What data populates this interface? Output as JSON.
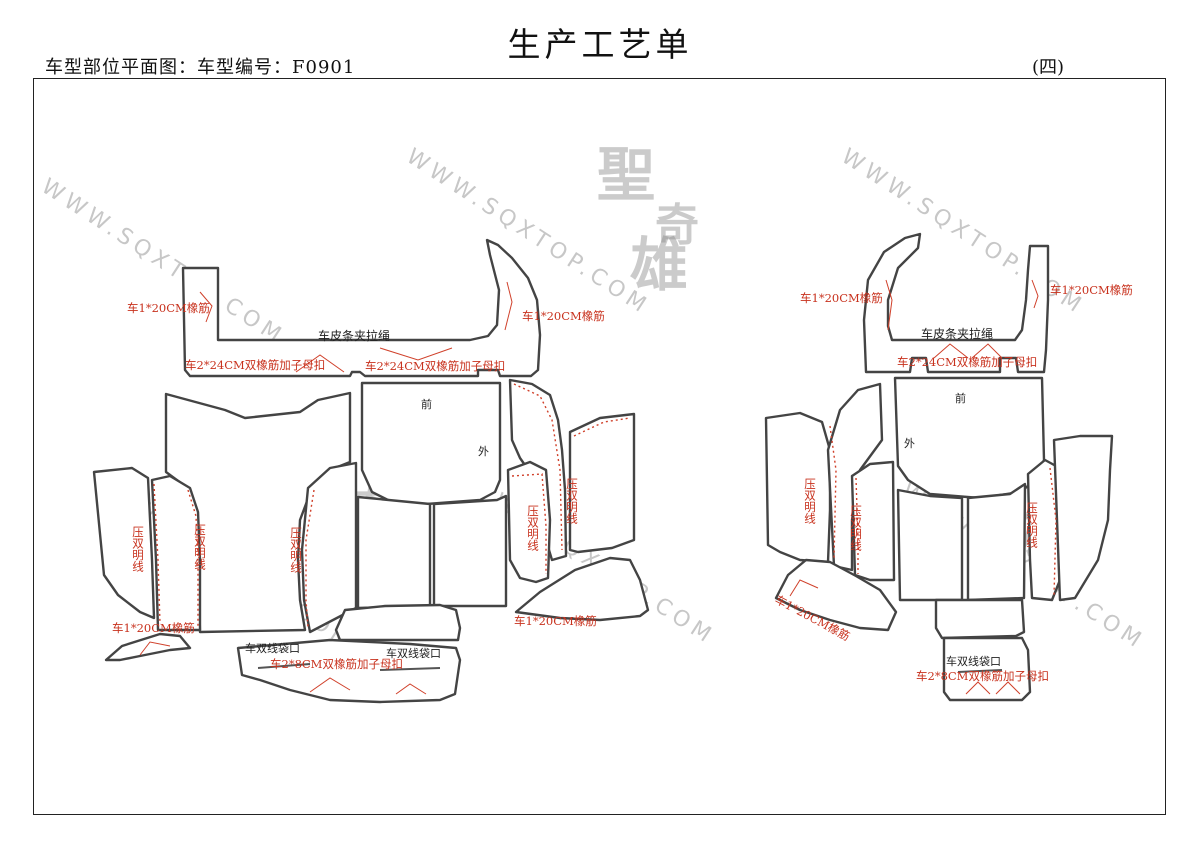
{
  "header": {
    "title": "生产工艺单",
    "subtitle": "车型部位平面图：车型编号：F0901",
    "page_number": "(四)"
  },
  "watermark": {
    "url": "WWW.SQXTOP.COM",
    "brand_line1": "聖",
    "brand_line2": "奇",
    "brand_line3": "雄"
  },
  "left_diagram": {
    "labels": {
      "elastic_1x20_left": "车1*20CM橡筋",
      "elastic_1x20_right_arch": "车1*20CM橡筋",
      "leather_strip": "车皮条夹拉绳",
      "elastic_2x24_left": "车2*24CM双橡筋加子母扣",
      "elastic_2x24_right": "车2*24CM双橡筋加子母扣",
      "front": "前",
      "outside": "外",
      "double_stitch_1": "压双明线",
      "double_stitch_2": "压双明线",
      "double_stitch_3": "压双明线",
      "double_stitch_4": "压双明线",
      "double_stitch_5": "压双明线",
      "elastic_1x20_bottom_left": "车1*20CM橡筋",
      "elastic_1x20_bottom_right": "车1*20CM橡筋",
      "pocket_left": "车双线袋口",
      "pocket_right": "车双线袋口",
      "elastic_2x8": "车2*8CM双橡筋加子母扣"
    }
  },
  "right_diagram": {
    "labels": {
      "elastic_1x20_left": "车1*20CM橡筋",
      "elastic_1x20_right": "车1*20CM橡筋",
      "leather_strip": "车皮条夹拉绳",
      "elastic_2x24": "车2*24CM双橡筋加子母扣",
      "front": "前",
      "outside": "外",
      "double_stitch_1": "压双明线",
      "double_stitch_2": "压双明线",
      "double_stitch_3": "压双明线",
      "elastic_1x20_bottom": "车1*20CM橡筋",
      "pocket": "车双线袋口",
      "elastic_2x8": "车2*8CM双橡筋加子母扣"
    }
  },
  "colors": {
    "line": "#444444",
    "annotation": "#c8321e",
    "watermark": "#9a9a9a"
  }
}
